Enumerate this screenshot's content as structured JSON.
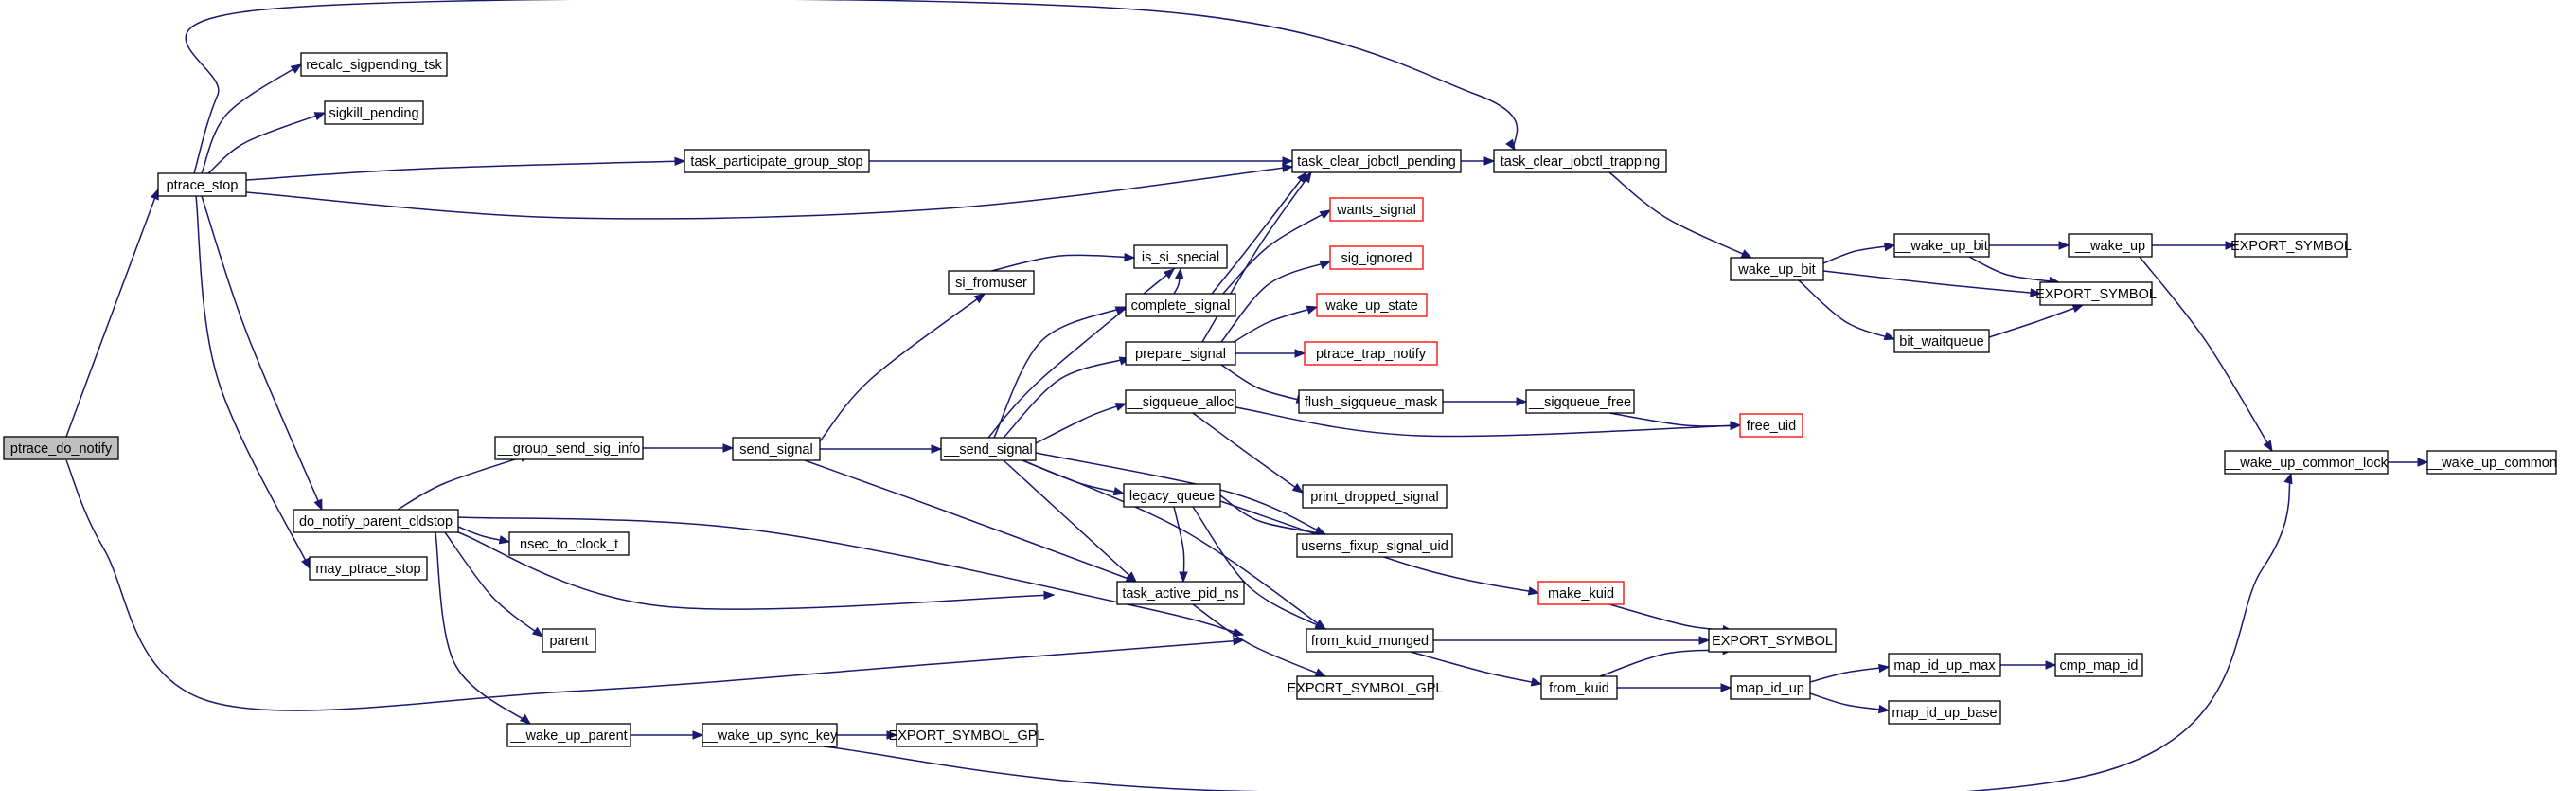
{
  "colors": {
    "edge": "#191970",
    "node_border": "#000000",
    "truncated_border": "#ff0000",
    "root_fill": "#bfbfbf"
  },
  "nodes": {
    "ptrace_do_notify": "ptrace_do_notify",
    "ptrace_stop": "ptrace_stop",
    "recalc_sigpending_tsk": "recalc_sigpending_tsk",
    "sigkill_pending": "sigkill_pending",
    "task_participate_group_stop": "task_participate_group_stop",
    "task_clear_jobctl_pending": "task_clear_jobctl_pending",
    "task_clear_jobctl_trapping": "task_clear_jobctl_trapping",
    "wake_up_bit": "wake_up_bit",
    "__wake_up_bit": "__wake_up_bit",
    "__wake_up": "__wake_up",
    "EXPORT_SYMBOL_1": "EXPORT_SYMBOL",
    "EXPORT_SYMBOL_2": "EXPORT_SYMBOL",
    "bit_waitqueue": "bit_waitqueue",
    "wants_signal": "wants_signal",
    "is_si_special": "is_si_special",
    "sig_ignored": "sig_ignored",
    "complete_signal": "complete_signal",
    "wake_up_state": "wake_up_state",
    "si_fromuser": "si_fromuser",
    "prepare_signal": "prepare_signal",
    "ptrace_trap_notify": "ptrace_trap_notify",
    "flush_sigqueue_mask": "flush_sigqueue_mask",
    "__sigqueue_free": "__sigqueue_free",
    "free_uid": "free_uid",
    "__sigqueue_alloc": "__sigqueue_alloc",
    "__group_send_sig_info": "__group_send_sig_info",
    "send_signal": "send_signal",
    "__send_signal": "__send_signal",
    "print_dropped_signal": "print_dropped_signal",
    "__wake_up_common_lock": "__wake_up_common_lock",
    "__wake_up_common": "__wake_up_common",
    "legacy_queue": "legacy_queue",
    "do_notify_parent_cldstop": "do_notify_parent_cldstop",
    "userns_fixup_signal_uid": "userns_fixup_signal_uid",
    "nsec_to_clock_t": "nsec_to_clock_t",
    "may_ptrace_stop": "may_ptrace_stop",
    "task_active_pid_ns": "task_active_pid_ns",
    "make_kuid": "make_kuid",
    "parent": "parent",
    "from_kuid_munged": "from_kuid_munged",
    "EXPORT_SYMBOL_3": "EXPORT_SYMBOL",
    "map_id_up_max": "map_id_up_max",
    "cmp_map_id": "cmp_map_id",
    "EXPORT_SYMBOL_GPL_1": "EXPORT_SYMBOL_GPL",
    "from_kuid": "from_kuid",
    "map_id_up": "map_id_up",
    "map_id_up_base": "map_id_up_base",
    "__wake_up_parent": "__wake_up_parent",
    "__wake_up_sync_key": "__wake_up_sync_key",
    "EXPORT_SYMBOL_GPL_2": "EXPORT_SYMBOL_GPL"
  }
}
